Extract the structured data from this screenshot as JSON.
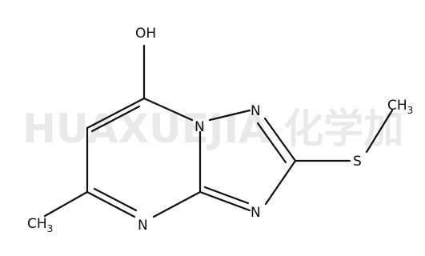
{
  "watermark": {
    "text": "HUAXUEJIA 化学加"
  },
  "atoms": {
    "hydroxyl": "OH",
    "n1": "N",
    "n2": "N",
    "n3": "N",
    "n4": "N",
    "sulfur": "S",
    "methyl_s": "CH",
    "methyl_s_sub": "3",
    "methyl_c": "CH",
    "methyl_c_sub": "3"
  },
  "colors": {
    "bond": "#111111",
    "watermark": "#e9e9e9"
  }
}
